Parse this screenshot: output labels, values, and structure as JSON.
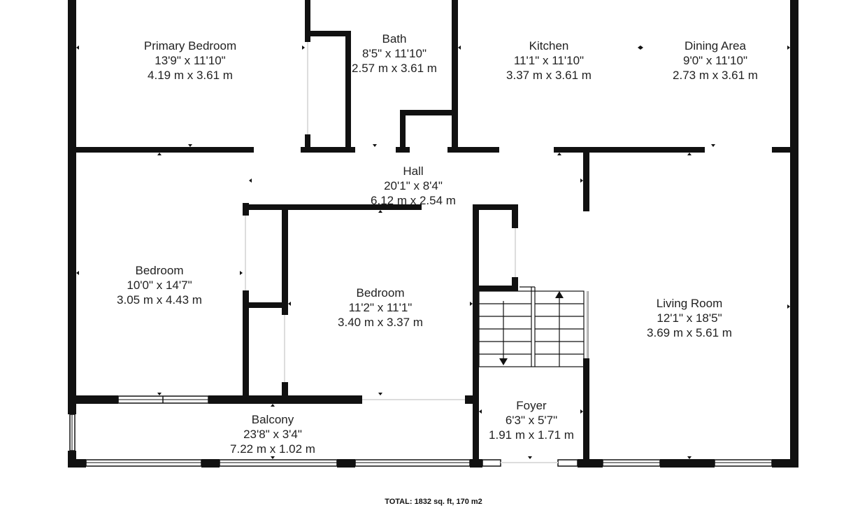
{
  "rooms": [
    {
      "key": "primary_bedroom",
      "name": "Primary Bedroom",
      "imperial": "13'9\" x 11'10\"",
      "metric": "4.19 m x 3.61 m"
    },
    {
      "key": "bath",
      "name": "Bath",
      "imperial": "8'5\" x 11'10\"",
      "metric": "2.57 m x 3.61 m"
    },
    {
      "key": "kitchen",
      "name": "Kitchen",
      "imperial": "11'1\" x 11'10\"",
      "metric": "3.37 m x 3.61 m"
    },
    {
      "key": "dining_area",
      "name": "Dining Area",
      "imperial": "9'0\" x 11'10\"",
      "metric": "2.73 m x 3.61 m"
    },
    {
      "key": "hall",
      "name": "Hall",
      "imperial": "20'1\" x 8'4\"",
      "metric": "6.12 m x 2.54 m"
    },
    {
      "key": "bedroom_left",
      "name": "Bedroom",
      "imperial": "10'0\" x 14'7\"",
      "metric": "3.05 m x 4.43 m"
    },
    {
      "key": "bedroom_center",
      "name": "Bedroom",
      "imperial": "11'2\" x 11'1\"",
      "metric": "3.40 m x 3.37 m"
    },
    {
      "key": "living_room",
      "name": "Living Room",
      "imperial": "12'1\" x 18'5\"",
      "metric": "3.69 m x 5.61 m"
    },
    {
      "key": "foyer",
      "name": "Foyer",
      "imperial": "6'3\" x 5'7\"",
      "metric": "1.91 m x 1.71 m"
    },
    {
      "key": "balcony",
      "name": "Balcony",
      "imperial": "23'8\" x 3'4\"",
      "metric": "7.22 m x 1.02 m"
    }
  ],
  "total": "TOTAL: 1832 sq. ft, 170 m2",
  "colors": {
    "wall": "#111111",
    "background": "#ffffff",
    "window": "#111111"
  }
}
